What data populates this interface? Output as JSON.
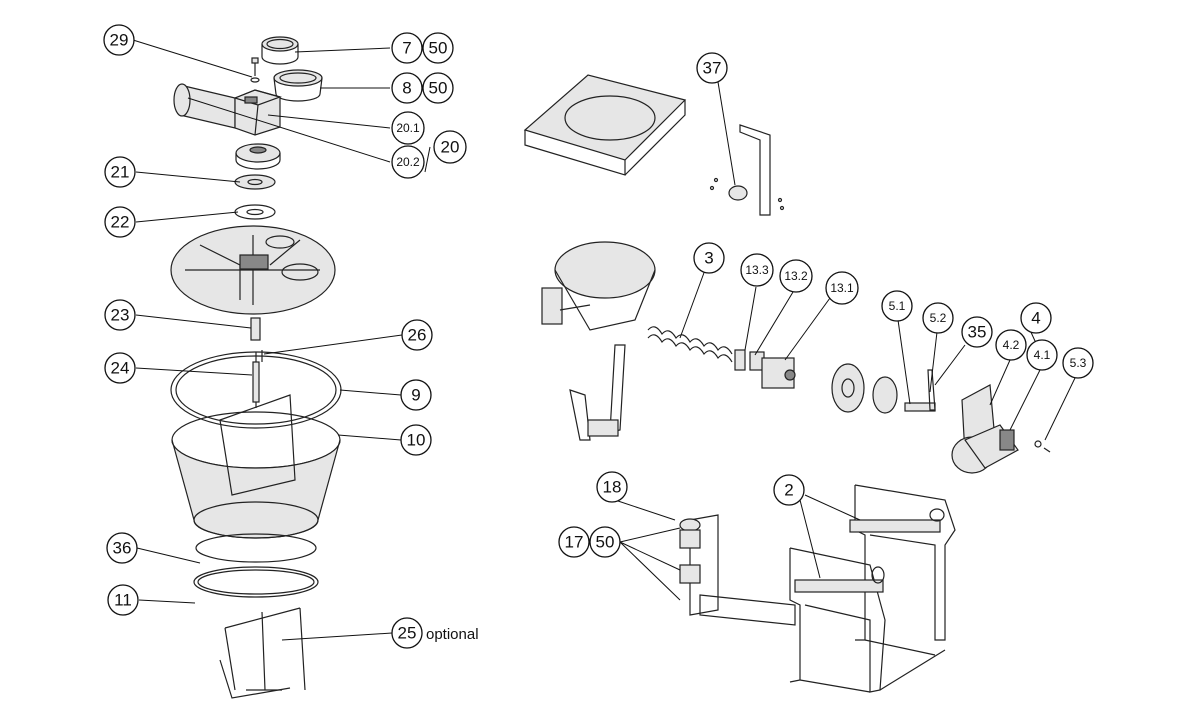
{
  "callouts": {
    "c29": "29",
    "c7": "7",
    "c50a": "50",
    "c8": "8",
    "c50b": "50",
    "c20_1": "20.1",
    "c20_2": "20.2",
    "c20": "20",
    "c21": "21",
    "c22": "22",
    "c23": "23",
    "c24": "24",
    "c26": "26",
    "c9": "9",
    "c10": "10",
    "c36": "36",
    "c11": "11",
    "c25": "25",
    "c37": "37",
    "c3": "3",
    "c13_3": "13.3",
    "c13_2": "13.2",
    "c13_1": "13.1",
    "c5_1": "5.1",
    "c5_2": "5.2",
    "c35": "35",
    "c4": "4",
    "c4_2": "4.2",
    "c4_1": "4.1",
    "c5_3": "5.3",
    "c18": "18",
    "c2": "2",
    "c17": "17",
    "c50c": "50"
  },
  "notes": {
    "optional": "optional"
  }
}
